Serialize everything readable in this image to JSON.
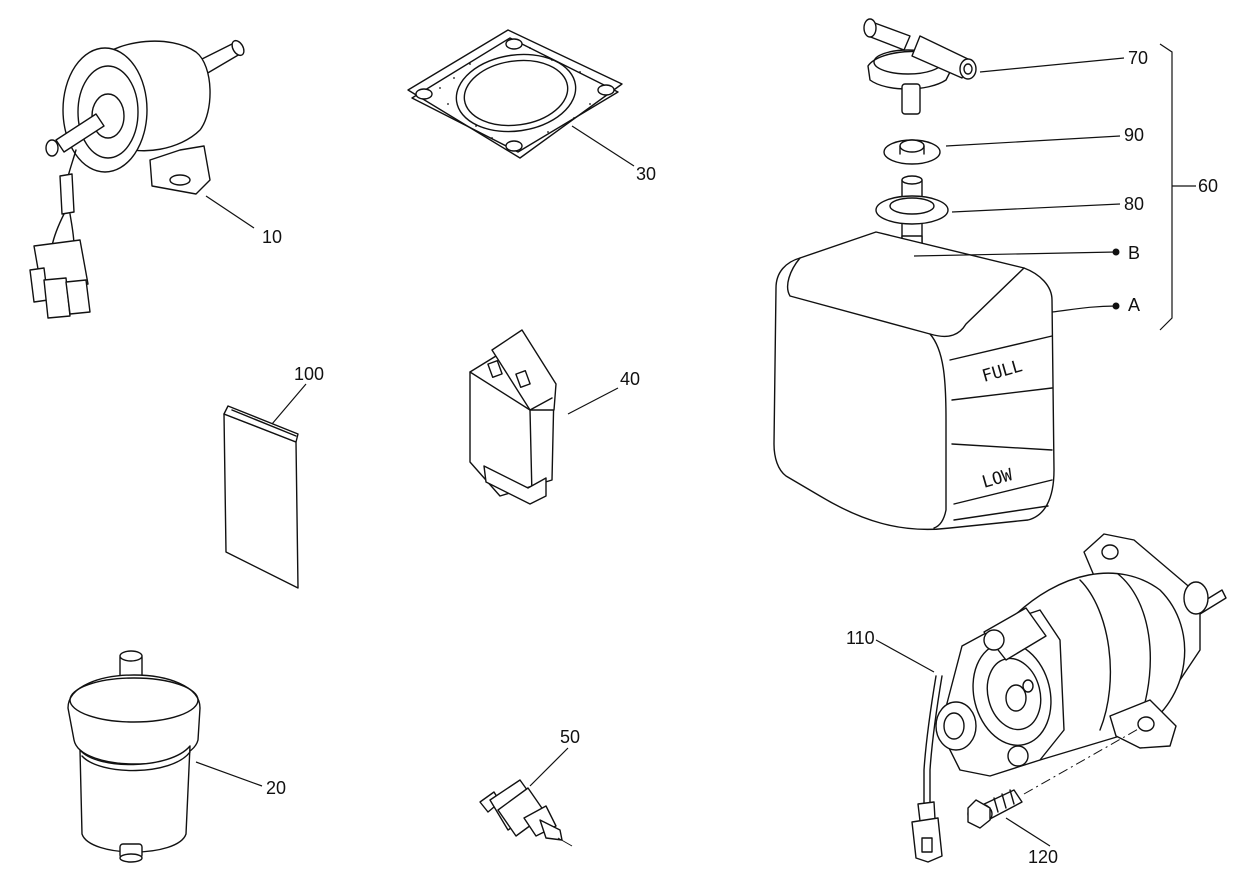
{
  "callouts": {
    "c10": "10",
    "c20": "20",
    "c30": "30",
    "c40": "40",
    "c50": "50",
    "c60": "60",
    "c70": "70",
    "c80": "80",
    "c90": "90",
    "c100": "100",
    "c110": "110",
    "c120": "120",
    "cA": "A",
    "cB": "B"
  },
  "tank_markings": {
    "full": "FULL",
    "low": "LOW"
  },
  "colors": {
    "line": "#111111",
    "background": "#ffffff"
  }
}
